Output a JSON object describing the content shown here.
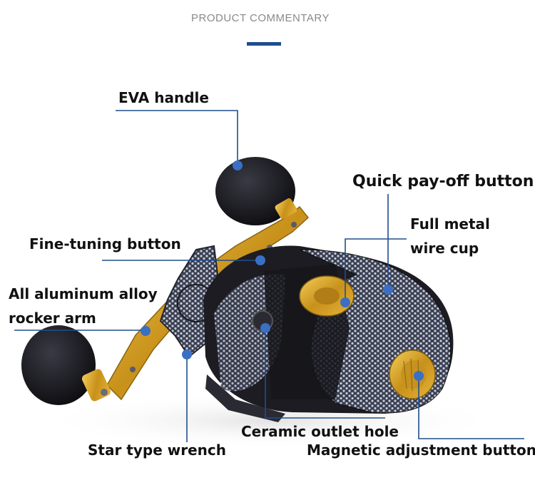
{
  "header": {
    "title": "PRODUCT COMMENTARY",
    "accent_color": "#1f4e8c"
  },
  "callouts": {
    "eva_handle": "EVA handle",
    "quick_payoff_button": "Quick pay-off button",
    "full_metal_wire_cup_line1": "Full metal",
    "full_metal_wire_cup_line2": "wire cup",
    "fine_tuning_button": "Fine-tuning button",
    "rocker_arm_line1": "All aluminum alloy",
    "rocker_arm_line2": "rocker arm",
    "ceramic_outlet_hole": "Ceramic outlet hole",
    "star_type_wrench": "Star type wrench",
    "magnetic_adjustment_button": "Magnetic adjustment button"
  },
  "colors": {
    "leader_line": "#1f4e8c",
    "marker_dot": "#3a6fc4",
    "reel_gold": "#d9a520",
    "reel_dark": "#1c1c22",
    "knob_black": "#141418"
  }
}
